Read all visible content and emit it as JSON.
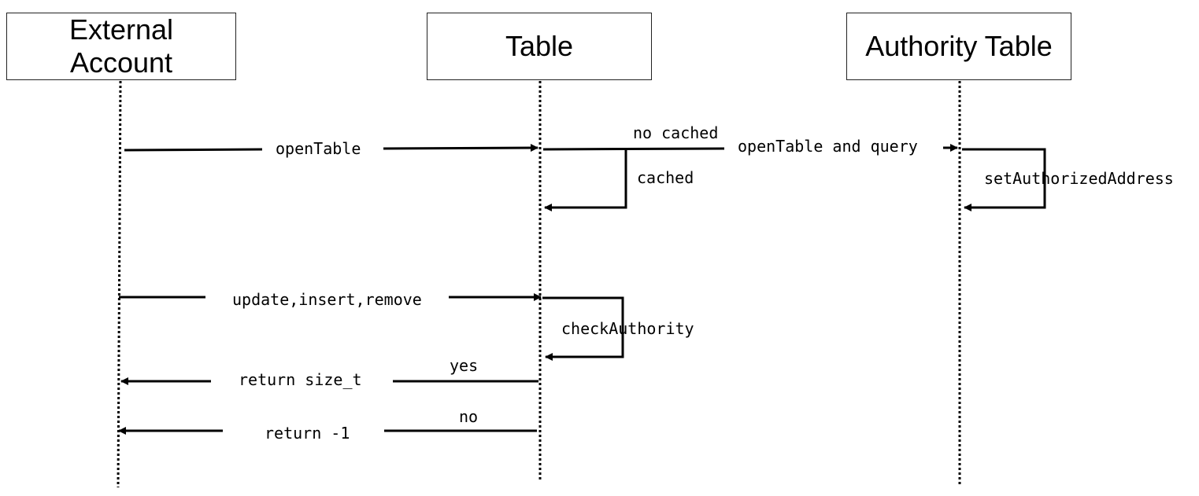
{
  "actors": [
    {
      "id": "external",
      "label": "External\nAccount"
    },
    {
      "id": "table",
      "label": "Table"
    },
    {
      "id": "authority",
      "label": "Authority Table"
    }
  ],
  "messages": {
    "open_table": "openTable",
    "no_cached": "no cached",
    "open_table_query": "openTable and query",
    "cached": "cached",
    "set_authorized_address": "setAuthorizedAddress",
    "update_insert_remove": "update,insert,remove",
    "check_authority": "checkAuthority",
    "yes": "yes",
    "return_size_t": "return size_t",
    "no": "no",
    "return_neg1": "return -1"
  }
}
